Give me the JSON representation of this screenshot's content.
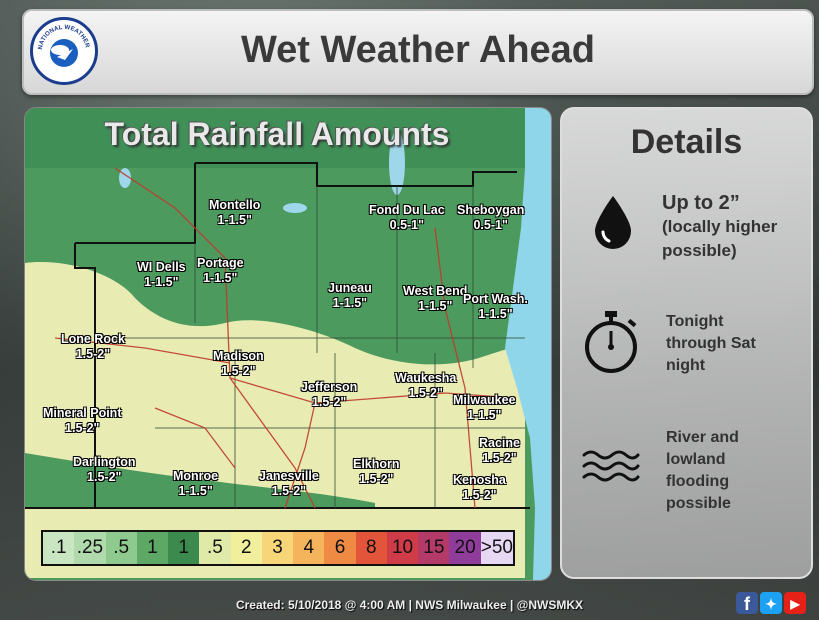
{
  "header": {
    "title": "Wet Weather Ahead",
    "logo_text": "NATIONAL WEATHER SERVICE"
  },
  "map": {
    "title": "Total Rainfall Amounts",
    "locations": [
      {
        "name": "Montello",
        "amount": "1-1.5\""
      },
      {
        "name": "Fond Du Lac",
        "amount": "0.5-1\""
      },
      {
        "name": "Sheboygan",
        "amount": "0.5-1\""
      },
      {
        "name": "WI Dells",
        "amount": "1-1.5\""
      },
      {
        "name": "Portage",
        "amount": "1-1.5\""
      },
      {
        "name": "Juneau",
        "amount": "1-1.5\""
      },
      {
        "name": "West Bend",
        "amount": "1-1.5\""
      },
      {
        "name": "Port Wash.",
        "amount": "1-1.5\""
      },
      {
        "name": "Lone Rock",
        "amount": "1.5-2\""
      },
      {
        "name": "Madison",
        "amount": "1.5-2\""
      },
      {
        "name": "Jefferson",
        "amount": "1.5-2\""
      },
      {
        "name": "Waukesha",
        "amount": "1.5-2\""
      },
      {
        "name": "Milwaukee",
        "amount": "1-1.5\""
      },
      {
        "name": "Mineral Point",
        "amount": "1.5-2\""
      },
      {
        "name": "Racine",
        "amount": "1.5-2\""
      },
      {
        "name": "Darlington",
        "amount": "1.5-2\""
      },
      {
        "name": "Monroe",
        "amount": "1-1.5\""
      },
      {
        "name": "Janesville",
        "amount": "1.5-2\""
      },
      {
        "name": "Elkhorn",
        "amount": "1.5-2\""
      },
      {
        "name": "Kenosha",
        "amount": "1.5-2\""
      }
    ],
    "legend": [
      {
        "label": ".1",
        "color": "#c9e5c2"
      },
      {
        "label": ".25",
        "color": "#b0d9ac"
      },
      {
        "label": ".5",
        "color": "#8ec98d"
      },
      {
        "label": "1",
        "color": "#5ea866"
      },
      {
        "label": "1",
        "color": "#3d8a4e"
      },
      {
        "label": ".5",
        "color": "#dfe9a8"
      },
      {
        "label": "2",
        "color": "#f1ef9c"
      },
      {
        "label": "3",
        "color": "#f7d67a"
      },
      {
        "label": "4",
        "color": "#f4b45c"
      },
      {
        "label": "6",
        "color": "#ee8a44"
      },
      {
        "label": "8",
        "color": "#e2553b"
      },
      {
        "label": "10",
        "color": "#cf3b47"
      },
      {
        "label": "15",
        "color": "#b43a6a"
      },
      {
        "label": "20",
        "color": "#8f3c9a"
      },
      {
        "label": ">50",
        "color": "#e6d7f3"
      }
    ]
  },
  "details": {
    "title": "Details",
    "amount_text": [
      "Up to 2”",
      "(locally higher",
      "possible)"
    ],
    "timing_text": [
      "Tonight",
      "through Sat",
      "night"
    ],
    "impact_text": [
      "River and",
      "lowland",
      "flooding",
      "possible"
    ]
  },
  "footer": {
    "text": "Created: 5/10/2018 @ 4:00 AM | NWS Milwaukee | @NWSMKX"
  },
  "colors": {
    "green_zone": "#3f8a55",
    "yellow_zone": "#e7ebb0",
    "lake": "#8fd6ea",
    "brand_blue": "#1a3c8c"
  }
}
